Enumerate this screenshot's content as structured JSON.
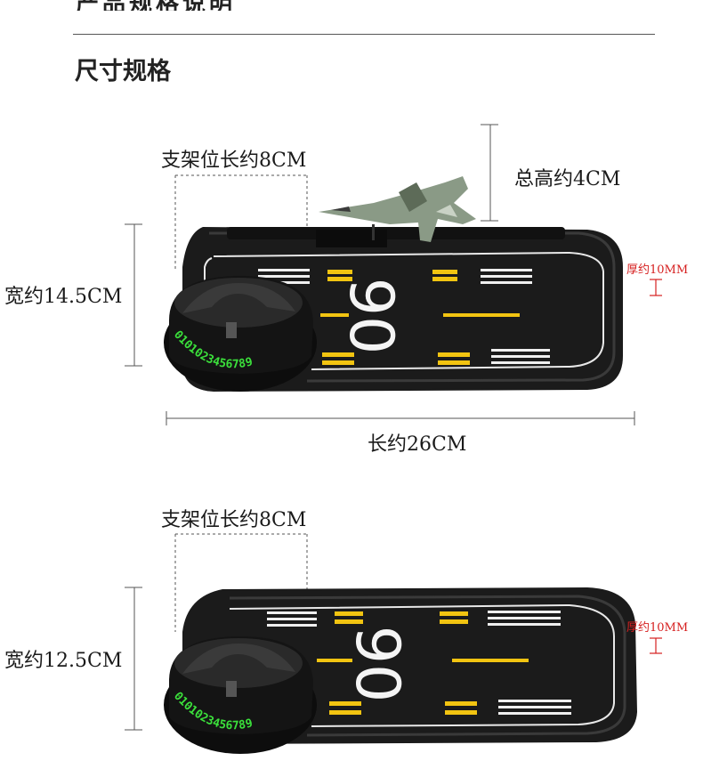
{
  "section": {
    "title": "尺寸规格"
  },
  "product_top": {
    "holder_length": "支架位长约8CM",
    "total_height": "总高约4CM",
    "width": "宽约14.5CM",
    "thickness": "厚约10MM",
    "length": "长约26CM",
    "pad_number": "90",
    "dial_digits": "0101023456789"
  },
  "product_bottom": {
    "holder_length": "支架位长约8CM",
    "width": "宽约12.5CM",
    "thickness": "厚约10MM",
    "pad_number": "90",
    "dial_digits": "0101023456789"
  },
  "colors": {
    "accent_yellow": "#f2c411",
    "mat_black": "#1c1c1c",
    "digit_green": "#3be03b",
    "note_red": "#d62020"
  }
}
